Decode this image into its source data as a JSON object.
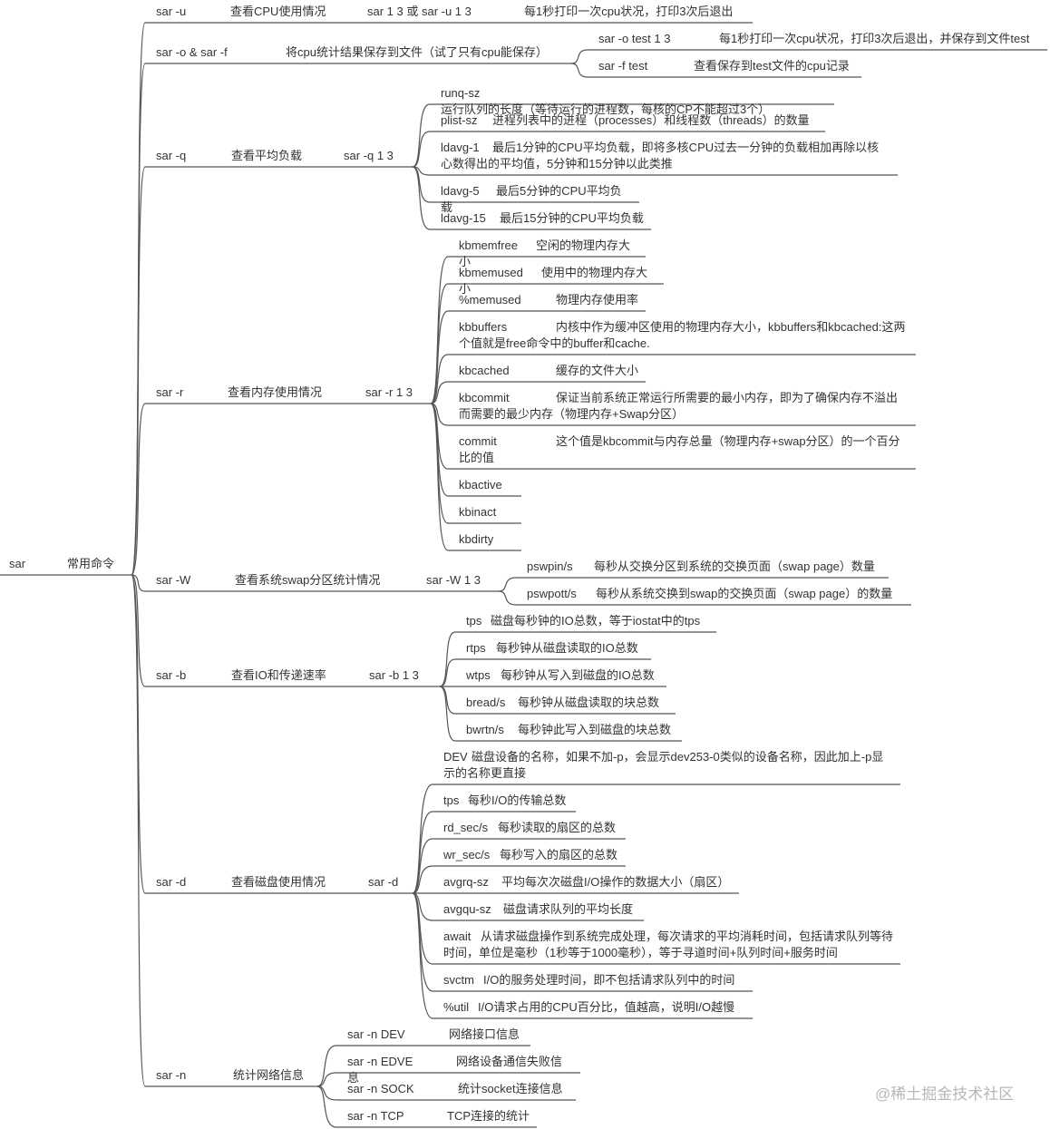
{
  "root": {
    "label": "sar",
    "sublabel": "常用命令"
  },
  "branches": [
    {
      "cmd": "sar -u",
      "desc": "查看CPU使用情况",
      "example": "sar 1 3  或 sar -u 1 3",
      "note": "每1秒打印一次cpu状况，打印3次后退出",
      "children": []
    },
    {
      "cmd": "sar -o  &  sar -f",
      "desc": "将cpu统计结果保存到文件（试了只有cpu能保存）",
      "children": [
        {
          "key": "sar -o test 1 3",
          "desc": "每1秒打印一次cpu状况，打印3次后退出，并保存到文件test"
        },
        {
          "key": "sar -f test",
          "desc": "查看保存到test文件的cpu记录"
        }
      ]
    },
    {
      "cmd": "sar -q",
      "desc": "查看平均负载",
      "example": "sar -q 1 3",
      "children": [
        {
          "key": "runq-sz",
          "desc": "运行队列的长度（等待运行的进程数，每核的CP不能超过3个）"
        },
        {
          "key": "plist-sz",
          "desc": "进程列表中的进程（processes）和线程数（threads）的数量"
        },
        {
          "key": "ldavg-1",
          "desc": "最后1分钟的CPU平均负载，即将多核CPU过去一分钟的负载相加再除以核心数得出的平均值，5分钟和15分钟以此类推"
        },
        {
          "key": "ldavg-5",
          "desc": "最后5分钟的CPU平均负载"
        },
        {
          "key": "ldavg-15",
          "desc": "最后15分钟的CPU平均负载"
        }
      ]
    },
    {
      "cmd": "sar -r",
      "desc": "查看内存使用情况",
      "example": "sar -r 1 3",
      "children": [
        {
          "key": "kbmemfree",
          "desc": "空闲的物理内存大小"
        },
        {
          "key": "kbmemused",
          "desc": "使用中的物理内存大小"
        },
        {
          "key": "%memused",
          "desc": "物理内存使用率"
        },
        {
          "key": "kbbuffers",
          "desc": "内核中作为缓冲区使用的物理内存大小，kbbuffers和kbcached:这两个值就是free命令中的buffer和cache."
        },
        {
          "key": "kbcached",
          "desc": "缓存的文件大小"
        },
        {
          "key": "kbcommit",
          "desc": "保证当前系统正常运行所需要的最小内存，即为了确保内存不溢出而需要的最少内存（物理内存+Swap分区）"
        },
        {
          "key": "commit",
          "desc": "这个值是kbcommit与内存总量（物理内存+swap分区）的一个百分比的值"
        },
        {
          "key": "kbactive",
          "desc": ""
        },
        {
          "key": "kbinact",
          "desc": ""
        },
        {
          "key": "kbdirty",
          "desc": ""
        }
      ]
    },
    {
      "cmd": "sar -W",
      "desc": "查看系统swap分区统计情况",
      "example": "sar -W 1 3",
      "children": [
        {
          "key": "pswpin/s",
          "desc": "每秒从交换分区到系统的交换页面（swap page）数量"
        },
        {
          "key": "pswpott/s",
          "desc": "每秒从系统交换到swap的交换页面（swap page）的数量"
        }
      ]
    },
    {
      "cmd": "sar -b",
      "desc": "查看IO和传递速率",
      "example": "sar -b 1 3",
      "children": [
        {
          "key": "tps",
          "desc": "磁盘每秒钟的IO总数，等于iostat中的tps"
        },
        {
          "key": "rtps",
          "desc": "每秒钟从磁盘读取的IO总数"
        },
        {
          "key": "wtps",
          "desc": "每秒钟从写入到磁盘的IO总数"
        },
        {
          "key": "bread/s",
          "desc": "每秒钟从磁盘读取的块总数"
        },
        {
          "key": "bwrtn/s",
          "desc": "每秒钟此写入到磁盘的块总数"
        }
      ]
    },
    {
      "cmd": "sar -d",
      "desc": "查看磁盘使用情况",
      "example": "sar -d",
      "children": [
        {
          "key": "DEV",
          "desc": "磁盘设备的名称，如果不加-p，会显示dev253-0类似的设备名称，因此加上-p显示的名称更直接"
        },
        {
          "key": "tps",
          "desc": "每秒I/O的传输总数"
        },
        {
          "key": "rd_sec/s",
          "desc": "每秒读取的扇区的总数"
        },
        {
          "key": "wr_sec/s",
          "desc": "每秒写入的扇区的总数"
        },
        {
          "key": "avgrq-sz",
          "desc": "平均每次次磁盘I/O操作的数据大小（扇区）"
        },
        {
          "key": "avgqu-sz",
          "desc": "磁盘请求队列的平均长度"
        },
        {
          "key": "await",
          "desc": "从请求磁盘操作到系统完成处理，每次请求的平均消耗时间，包括请求队列等待时间，单位是毫秒（1秒等于1000毫秒），等于寻道时间+队列时间+服务时间"
        },
        {
          "key": "svctm",
          "desc": "I/O的服务处理时间，即不包括请求队列中的时间"
        },
        {
          "key": "%util",
          "desc": "I/O请求占用的CPU百分比，值越高，说明I/O越慢"
        }
      ]
    },
    {
      "cmd": "sar -n",
      "desc": "统计网络信息",
      "children": [
        {
          "key": "sar -n DEV",
          "desc": "网络接口信息"
        },
        {
          "key": "sar -n EDVE",
          "desc": "网络设备通信失败信息"
        },
        {
          "key": "sar -n SOCK",
          "desc": "统计socket连接信息"
        },
        {
          "key": "sar -n TCP",
          "desc": "TCP连接的统计"
        }
      ]
    }
  ],
  "watermark": "@稀土掘金技术社区"
}
